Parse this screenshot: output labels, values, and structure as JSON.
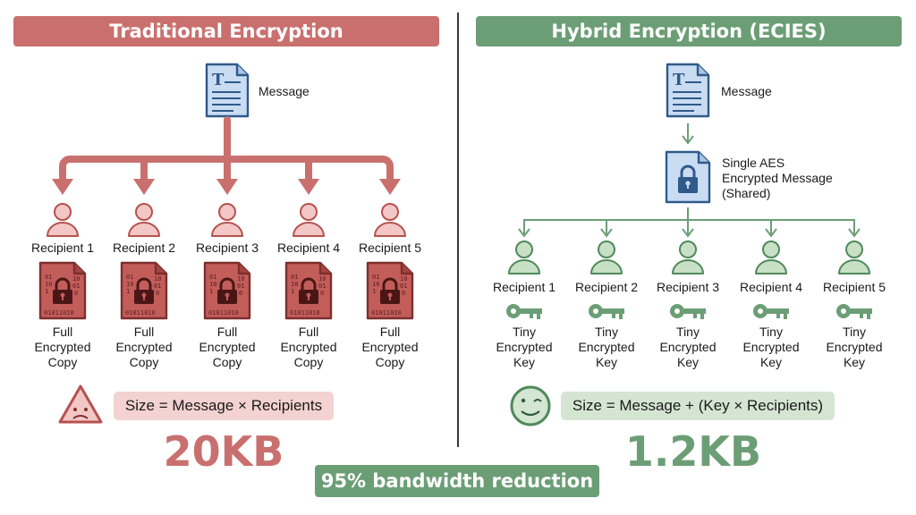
{
  "left": {
    "title": "Traditional Encryption",
    "message_label": "Message",
    "recipients": [
      {
        "name": "Recipient 1",
        "item": "Full\nEncrypted\nCopy"
      },
      {
        "name": "Recipient 2",
        "item": "Full\nEncrypted\nCopy"
      },
      {
        "name": "Recipient 3",
        "item": "Full\nEncrypted\nCopy"
      },
      {
        "name": "Recipient 4",
        "item": "Full\nEncrypted\nCopy"
      },
      {
        "name": "Recipient 5",
        "item": "Full\nEncrypted\nCopy"
      }
    ],
    "formula": "Size = Message × Recipients",
    "total": "20KB",
    "status_icon": "sad-warning-icon"
  },
  "right": {
    "title": "Hybrid Encryption (ECIES)",
    "message_label": "Message",
    "shared_label": "Single AES\nEncrypted Message\n(Shared)",
    "recipients": [
      {
        "name": "Recipient 1",
        "item": "Tiny\nEncrypted\nKey"
      },
      {
        "name": "Recipient 2",
        "item": "Tiny\nEncrypted\nKey"
      },
      {
        "name": "Recipient 3",
        "item": "Tiny\nEncrypted\nKey"
      },
      {
        "name": "Recipient 4",
        "item": "Tiny\nEncrypted\nKey"
      },
      {
        "name": "Recipient 5",
        "item": "Tiny\nEncrypted\nKey"
      }
    ],
    "formula": "Size = Message + (Key × Recipients)",
    "total": "1.2KB",
    "status_icon": "happy-face-icon"
  },
  "footer": {
    "reduction": "95% bandwidth reduction"
  },
  "colors": {
    "red": "#c9706e",
    "green": "#6c9e76",
    "red_light": "#f3d2d1",
    "green_light": "#d4e6d2",
    "doc_blue": "#c9dcf2"
  }
}
